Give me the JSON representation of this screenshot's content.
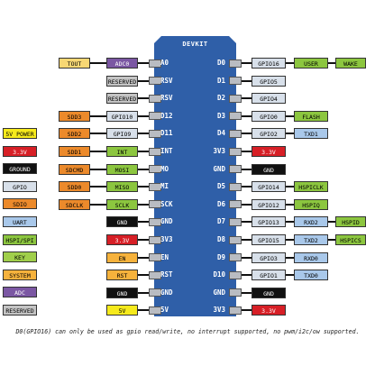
{
  "board": {
    "title": "DEVKIT"
  },
  "colors": {
    "board": "#2f5fa8",
    "gpio": "#d8e0ea",
    "green": "#8cc63f",
    "power": "#d71f26",
    "ground": "#111111",
    "spi": "#f5e6a8",
    "orange": "#ec8a2b",
    "sdio": "#d96a1e",
    "uart": "#a9c8ea",
    "adc": "#7b57a3",
    "reserved": "#c4c4c4",
    "key": "#a0cf4a",
    "yellow": "#f6ea1c"
  },
  "left_pins": [
    {
      "label": "A0",
      "chips": [
        {
          "t": "TOUT",
          "c": "#f7d774"
        },
        {
          "t": "ADC0",
          "c": "#7b57a3",
          "fg": "#fff"
        }
      ]
    },
    {
      "label": "RSV",
      "chips": [
        {
          "t": "RESERVED",
          "c": "#c4c4c4"
        }
      ]
    },
    {
      "label": "RSV",
      "chips": [
        {
          "t": "RESERVED",
          "c": "#c4c4c4"
        }
      ]
    },
    {
      "label": "D12",
      "chips": [
        {
          "t": "SDD3",
          "c": "#ec8a2b"
        },
        {
          "t": "GPIO10",
          "c": "#d8e0ea"
        }
      ]
    },
    {
      "label": "D11",
      "chips": [
        {
          "t": "SDD2",
          "c": "#ec8a2b"
        },
        {
          "t": "GPIO9",
          "c": "#d8e0ea"
        }
      ]
    },
    {
      "label": "INT",
      "chips": [
        {
          "t": "SDD1",
          "c": "#ec8a2b"
        },
        {
          "t": "INT",
          "c": "#8cc63f"
        }
      ]
    },
    {
      "label": "MO",
      "chips": [
        {
          "t": "SDCMD",
          "c": "#ec8a2b"
        },
        {
          "t": "MOSI",
          "c": "#8cc63f"
        }
      ]
    },
    {
      "label": "MI",
      "chips": [
        {
          "t": "SDD0",
          "c": "#ec8a2b"
        },
        {
          "t": "MISO",
          "c": "#8cc63f"
        }
      ]
    },
    {
      "label": "SCK",
      "chips": [
        {
          "t": "SDCLK",
          "c": "#ec8a2b"
        },
        {
          "t": "SCLK",
          "c": "#8cc63f"
        }
      ]
    },
    {
      "label": "GND",
      "chips": [
        {
          "t": "GND",
          "c": "#111111",
          "fg": "#fff"
        }
      ]
    },
    {
      "label": "3V3",
      "chips": [
        {
          "t": "3.3V",
          "c": "#d71f26",
          "fg": "#fff"
        }
      ]
    },
    {
      "label": "EN",
      "chips": [
        {
          "t": "EN",
          "c": "#f6b23c"
        }
      ]
    },
    {
      "label": "RST",
      "chips": [
        {
          "t": "RST",
          "c": "#f6b23c"
        }
      ]
    },
    {
      "label": "GND",
      "chips": [
        {
          "t": "GND",
          "c": "#111111",
          "fg": "#fff"
        }
      ]
    },
    {
      "label": "5V",
      "chips": [
        {
          "t": "5V",
          "c": "#f6ea1c"
        }
      ]
    }
  ],
  "right_pins": [
    {
      "label": "D0",
      "chips": [
        {
          "t": "GPIO16",
          "c": "#d8e0ea"
        },
        {
          "t": "USER",
          "c": "#8cc63f"
        },
        {
          "t": "WAKE",
          "c": "#8cc63f"
        }
      ]
    },
    {
      "label": "D1",
      "chips": [
        {
          "t": "GPIO5",
          "c": "#d8e0ea"
        }
      ]
    },
    {
      "label": "D2",
      "chips": [
        {
          "t": "GPIO4",
          "c": "#d8e0ea"
        }
      ]
    },
    {
      "label": "D3",
      "chips": [
        {
          "t": "GPIO0",
          "c": "#d8e0ea"
        },
        {
          "t": "FLASH",
          "c": "#8cc63f"
        }
      ]
    },
    {
      "label": "D4",
      "chips": [
        {
          "t": "GPIO2",
          "c": "#d8e0ea"
        },
        {
          "t": "TXD1",
          "c": "#a9c8ea"
        }
      ]
    },
    {
      "label": "3V3",
      "chips": [
        {
          "t": "3.3V",
          "c": "#d71f26",
          "fg": "#fff"
        }
      ]
    },
    {
      "label": "GND",
      "chips": [
        {
          "t": "GND",
          "c": "#111111",
          "fg": "#fff"
        }
      ]
    },
    {
      "label": "D5",
      "chips": [
        {
          "t": "GPIO14",
          "c": "#d8e0ea"
        },
        {
          "t": "HSPICLK",
          "c": "#8cc63f"
        }
      ]
    },
    {
      "label": "D6",
      "chips": [
        {
          "t": "GPIO12",
          "c": "#d8e0ea"
        },
        {
          "t": "HSPIQ",
          "c": "#8cc63f"
        }
      ]
    },
    {
      "label": "D7",
      "chips": [
        {
          "t": "GPIO13",
          "c": "#d8e0ea"
        },
        {
          "t": "RXD2",
          "c": "#a9c8ea"
        },
        {
          "t": "HSPID",
          "c": "#8cc63f"
        }
      ]
    },
    {
      "label": "D8",
      "chips": [
        {
          "t": "GPIO15",
          "c": "#d8e0ea"
        },
        {
          "t": "TXD2",
          "c": "#a9c8ea"
        },
        {
          "t": "HSPICS",
          "c": "#8cc63f"
        }
      ]
    },
    {
      "label": "D9",
      "chips": [
        {
          "t": "GPIO3",
          "c": "#d8e0ea"
        },
        {
          "t": "RXD0",
          "c": "#a9c8ea"
        }
      ]
    },
    {
      "label": "D10",
      "chips": [
        {
          "t": "GPIO1",
          "c": "#d8e0ea"
        },
        {
          "t": "TXD0",
          "c": "#a9c8ea"
        }
      ]
    },
    {
      "label": "GND",
      "chips": [
        {
          "t": "GND",
          "c": "#111111",
          "fg": "#fff"
        }
      ]
    },
    {
      "label": "3V3",
      "chips": [
        {
          "t": "3.3V",
          "c": "#d71f26",
          "fg": "#fff"
        }
      ]
    }
  ],
  "legend": [
    {
      "t": "5V POWER",
      "c": "#f6ea1c"
    },
    {
      "t": "3.3V",
      "c": "#d71f26",
      "fg": "#fff"
    },
    {
      "t": "GROUND",
      "c": "#111111",
      "fg": "#fff"
    },
    {
      "t": "GPIO",
      "c": "#d8e0ea"
    },
    {
      "t": "SDIO",
      "c": "#ec8a2b"
    },
    {
      "t": "UART",
      "c": "#a9c8ea"
    },
    {
      "t": "HSPI/SPI",
      "c": "#8cc63f"
    },
    {
      "t": "KEY",
      "c": "#a0cf4a"
    },
    {
      "t": "SYSTEM",
      "c": "#f6b23c"
    },
    {
      "t": "ADC",
      "c": "#7b57a3",
      "fg": "#fff"
    },
    {
      "t": "RESERVED",
      "c": "#c4c4c4"
    }
  ],
  "footnote": "D0(GPIO16) can only be used as gpio read/write, no interrupt supported, no pwm/i2c/ow supported."
}
